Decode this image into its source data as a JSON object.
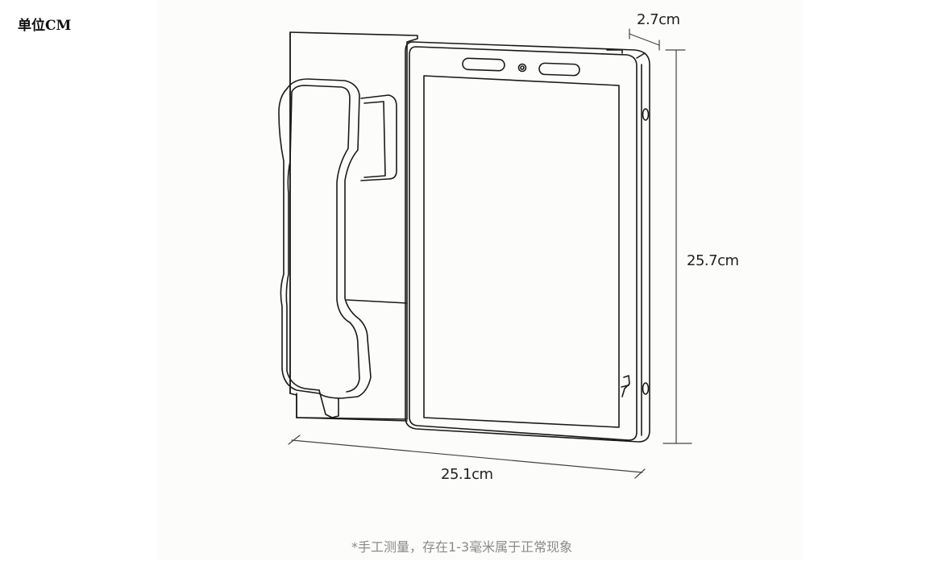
{
  "header": {
    "unit_label": "单位CM"
  },
  "dimensions": {
    "depth": "2.7cm",
    "height": "25.7cm",
    "width": "25.1cm"
  },
  "footer": {
    "note": "*手工测量，存在1-3毫米属于正常现象"
  },
  "illustration": {
    "subject": "wall-mounted telephone with touchscreen and handset",
    "line_color": "#1a1a1a",
    "background_color": "#fcfcfa"
  }
}
